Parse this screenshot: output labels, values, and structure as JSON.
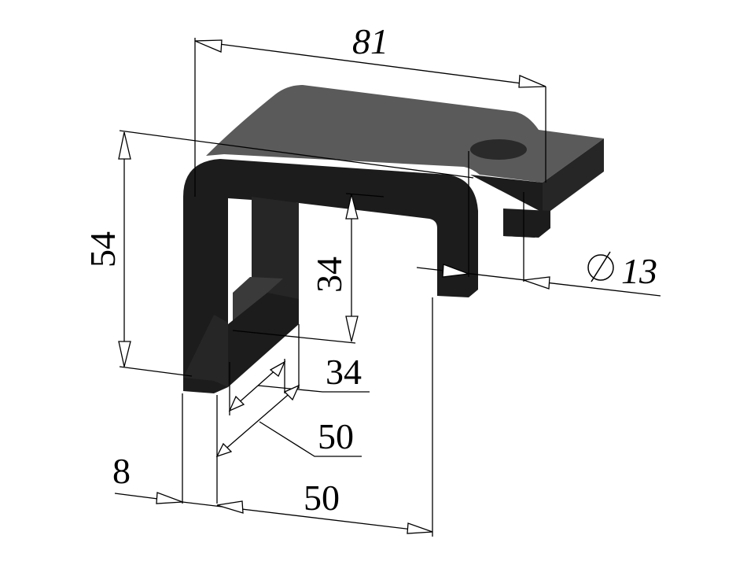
{
  "drawing": {
    "subject": "L-shaped bent sheet-metal bracket with rectangular cutout and mounting hole (isometric view)",
    "colors": {
      "background": "#ffffff",
      "part_top_face": "#5a5a5a",
      "part_front_face": "#1c1c1c",
      "part_side_face": "#262626",
      "dimension_lines": "#000000"
    }
  },
  "dimensions": {
    "overall_length": {
      "label": "81"
    },
    "overall_height": {
      "label": "54"
    },
    "cutout_height": {
      "label": "34"
    },
    "cutout_width": {
      "label": "34"
    },
    "bracket_width": {
      "label": "50"
    },
    "flange_depth": {
      "label": "50"
    },
    "thickness": {
      "label": "8"
    },
    "hole_diameter": {
      "symbol": "∅",
      "label": "13"
    }
  }
}
